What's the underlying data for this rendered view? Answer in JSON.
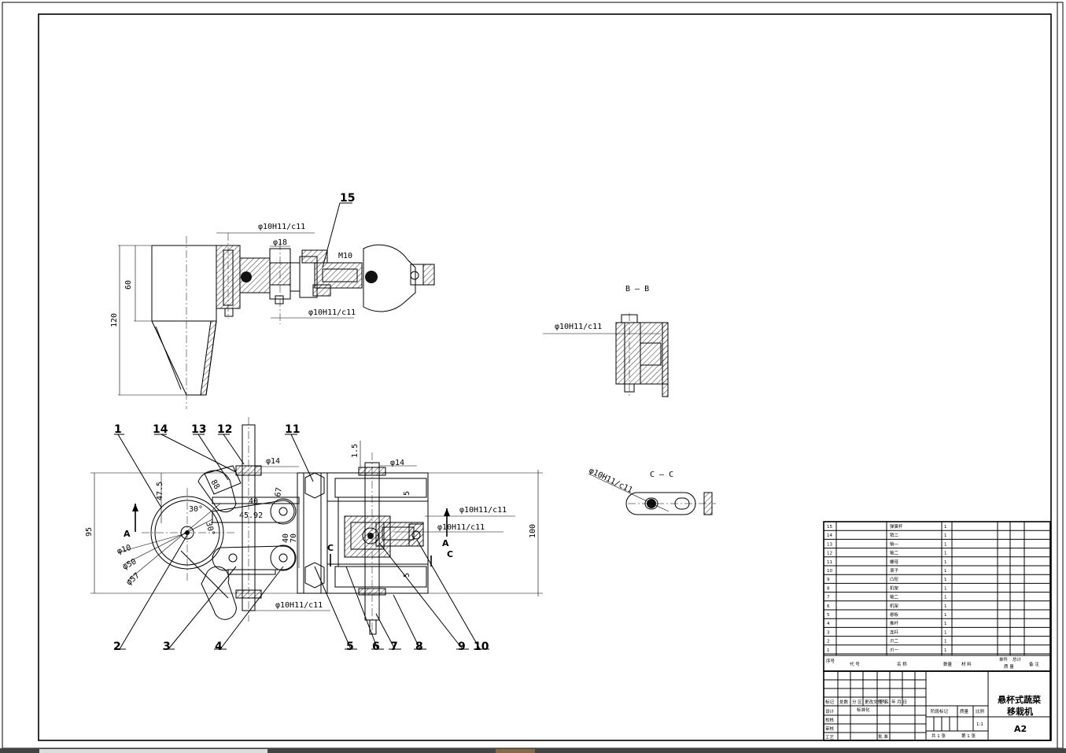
{
  "sections": {
    "bb": "B — B",
    "cc": "C — C"
  },
  "callouts": [
    "1",
    "2",
    "3",
    "4",
    "5",
    "6",
    "7",
    "8",
    "9",
    "10",
    "11",
    "12",
    "13",
    "14",
    "15"
  ],
  "section_letters": {
    "a": "A",
    "c": "C"
  },
  "dims": {
    "top_fit1": "φ10H11/c11",
    "top_d18": "φ18",
    "top_fit2": "φ10H11/c11",
    "top_m10": "M10",
    "top_60": "60",
    "top_120": "120",
    "bb_fit": "φ10H11/c11",
    "cc_fit": "φ10H11/c11",
    "d14a": "φ14",
    "d14b": "φ14",
    "d15": "1.5",
    "r47": "47.5",
    "d95": "95",
    "d10": "φ10",
    "d50": "φ50",
    "d57": "φ57",
    "a30a": "30°",
    "a30b": "30°",
    "d40a": "40",
    "d4592": "45.92",
    "d67": "67",
    "d40b": "40",
    "d70": "70",
    "d5a": "5",
    "d5b": "5",
    "d100": "100",
    "fitA": "φ10H11/c11",
    "fitB": "φ10H11/c11",
    "fitC": "φ10H11/c11",
    "d88": "88"
  },
  "bom": {
    "rows": [
      {
        "no": "15",
        "name": "弹簧杆",
        "qty": "1"
      },
      {
        "no": "14",
        "name": "销二",
        "qty": "1"
      },
      {
        "no": "13",
        "name": "销一",
        "qty": "1"
      },
      {
        "no": "12",
        "name": "轴二",
        "qty": "1"
      },
      {
        "no": "11",
        "name": "螺母",
        "qty": "1"
      },
      {
        "no": "10",
        "name": "滚子",
        "qty": "1"
      },
      {
        "no": "9",
        "name": "凸轮",
        "qty": "1"
      },
      {
        "no": "8",
        "name": "机架",
        "qty": "1"
      },
      {
        "no": "7",
        "name": "轴二",
        "qty": "1"
      },
      {
        "no": "6",
        "name": "机架",
        "qty": "1"
      },
      {
        "no": "5",
        "name": "悬板",
        "qty": "1"
      },
      {
        "no": "4",
        "name": "推杆",
        "qty": "1"
      },
      {
        "no": "3",
        "name": "连杆",
        "qty": "1"
      },
      {
        "no": "2",
        "name": "爪二",
        "qty": "1"
      },
      {
        "no": "1",
        "name": "爪一",
        "qty": "1"
      }
    ],
    "header": {
      "no": "序号",
      "code": "代  号",
      "name": "名   称",
      "qty": "数量",
      "material": "材  料",
      "unit": "单件",
      "total": "总计",
      "mass": "质  量",
      "remark": "备 注"
    }
  },
  "title_block": {
    "title1": "悬杯式蔬菜",
    "title2": "移栽机",
    "size": "A2",
    "scale": "1:1",
    "sheets": "共 1 张",
    "sheet": "第 1 张",
    "labels": [
      "标记",
      "处数",
      "分 区",
      "更改文件号",
      "签 名",
      "年 月 日"
    ],
    "rows": [
      "设计",
      "校核",
      "审核",
      "工艺"
    ],
    "std": "标准化",
    "stage": "阶段标记",
    "weight": "质量",
    "ratio": "比例",
    "approve": "批 准"
  }
}
